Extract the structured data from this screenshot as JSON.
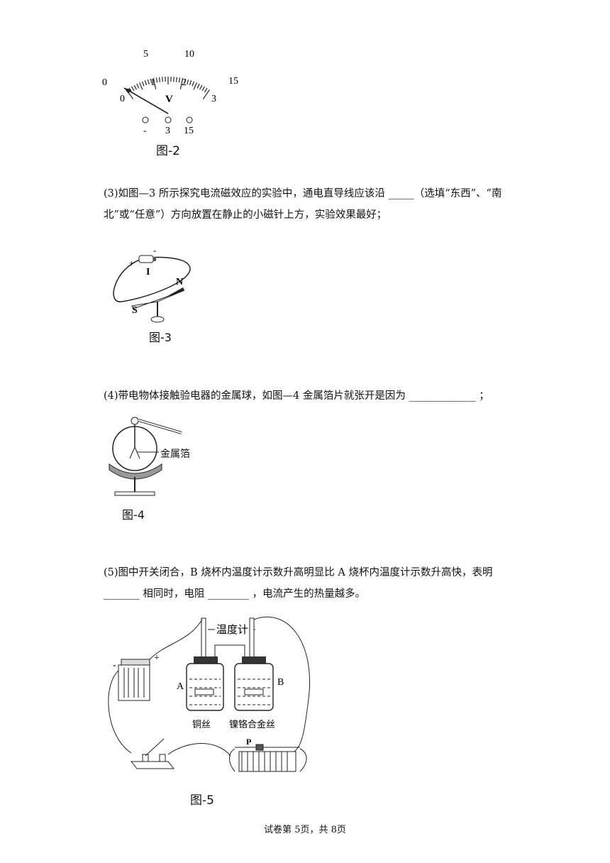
{
  "fig2": {
    "caption": "图-2",
    "top_scale": [
      "0",
      "5",
      "10",
      "15"
    ],
    "bottom_scale": [
      "0",
      "1",
      "2",
      "3"
    ],
    "unit": "V",
    "terminals": [
      "-",
      "3",
      "15"
    ]
  },
  "q3": {
    "text_a": "(3)如图—3 所示探究电流磁效应的实验中，通电直导线应该沿 ",
    "blank": "_____",
    "text_b": "（选填“东西”、“南北”或“任意”）方向放置在静止的小磁针上方，实验效果最好；"
  },
  "fig3": {
    "caption": "图-3",
    "plus": "+",
    "minus": "-",
    "current": "I",
    "north": "N",
    "south": "S"
  },
  "q4": {
    "text_a": "(4)带电物体接触验电器的金属球，如图—4 金属箔片就张开是因为 ",
    "blank": "_____________",
    "text_b": " ；"
  },
  "fig4": {
    "caption": "图-4",
    "label": "金属箔"
  },
  "q5": {
    "text_a": "(5)图中开关闭合，B 烧杯内温度计示数升高明显比 A 烧杯内温度计示数升高快，表明 ",
    "blank1": "_______",
    "text_b": " 相同时，电阻 ",
    "blank2": "________",
    "text_c": " ，电流产生的热量越多。"
  },
  "fig5": {
    "caption": "图-5",
    "thermometer": "温度计",
    "label_a": "A",
    "label_b": "B",
    "wire_a": "铜丝",
    "wire_b": "镍铬合金丝",
    "slider": "P",
    "minus": "-",
    "plus": "+"
  },
  "footer": "试卷第 5页，共 8页"
}
